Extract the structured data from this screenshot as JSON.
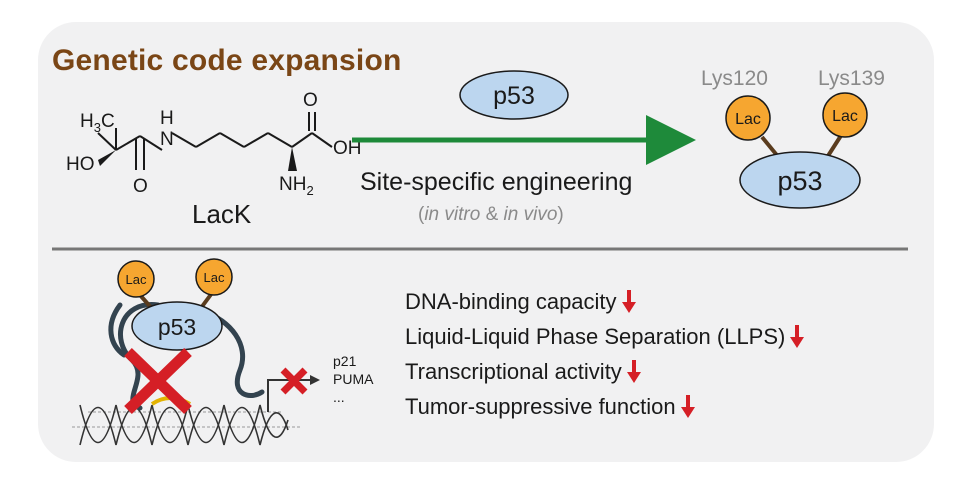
{
  "heading": "Genetic code expansion",
  "molecule": {
    "name": "LacK",
    "groups": {
      "methyl": "H",
      "methyl_sub": "3",
      "methyl_c": "C",
      "hydroxyl": "HO",
      "carbonyl_o": "O",
      "amide_h": "H",
      "amide_n": "N",
      "acid_o": "O",
      "acid_oh": "OH",
      "amine": "NH",
      "amine_sub": "2"
    }
  },
  "protein_label": "p53",
  "arrow": {
    "label": "Site-specific engineering",
    "note_open": "(",
    "note_in_vitro": "in vitro",
    "note_amp": " & ",
    "note_in_vivo": "in vivo",
    "note_close": ")"
  },
  "modified_protein": {
    "protein": "p53",
    "site_1": "Lys120",
    "site_2": "Lys139",
    "modification": "Lac"
  },
  "bottom": {
    "protein": "p53",
    "modification": "Lac",
    "genes": [
      "p21",
      "PUMA",
      "..."
    ]
  },
  "effects": [
    "DNA-binding capacity",
    "Liquid-Liquid Phase Separation (LLPS)",
    "Transcriptional activity",
    "Tumor-suppressive function"
  ],
  "colors": {
    "heading": "#7a4616",
    "arrow": "#1e8a3a",
    "protein_fill": "#bcd6ef",
    "lac_fill": "#f6a630",
    "cross": "#d51f26",
    "down_arrow": "#d51f26"
  }
}
